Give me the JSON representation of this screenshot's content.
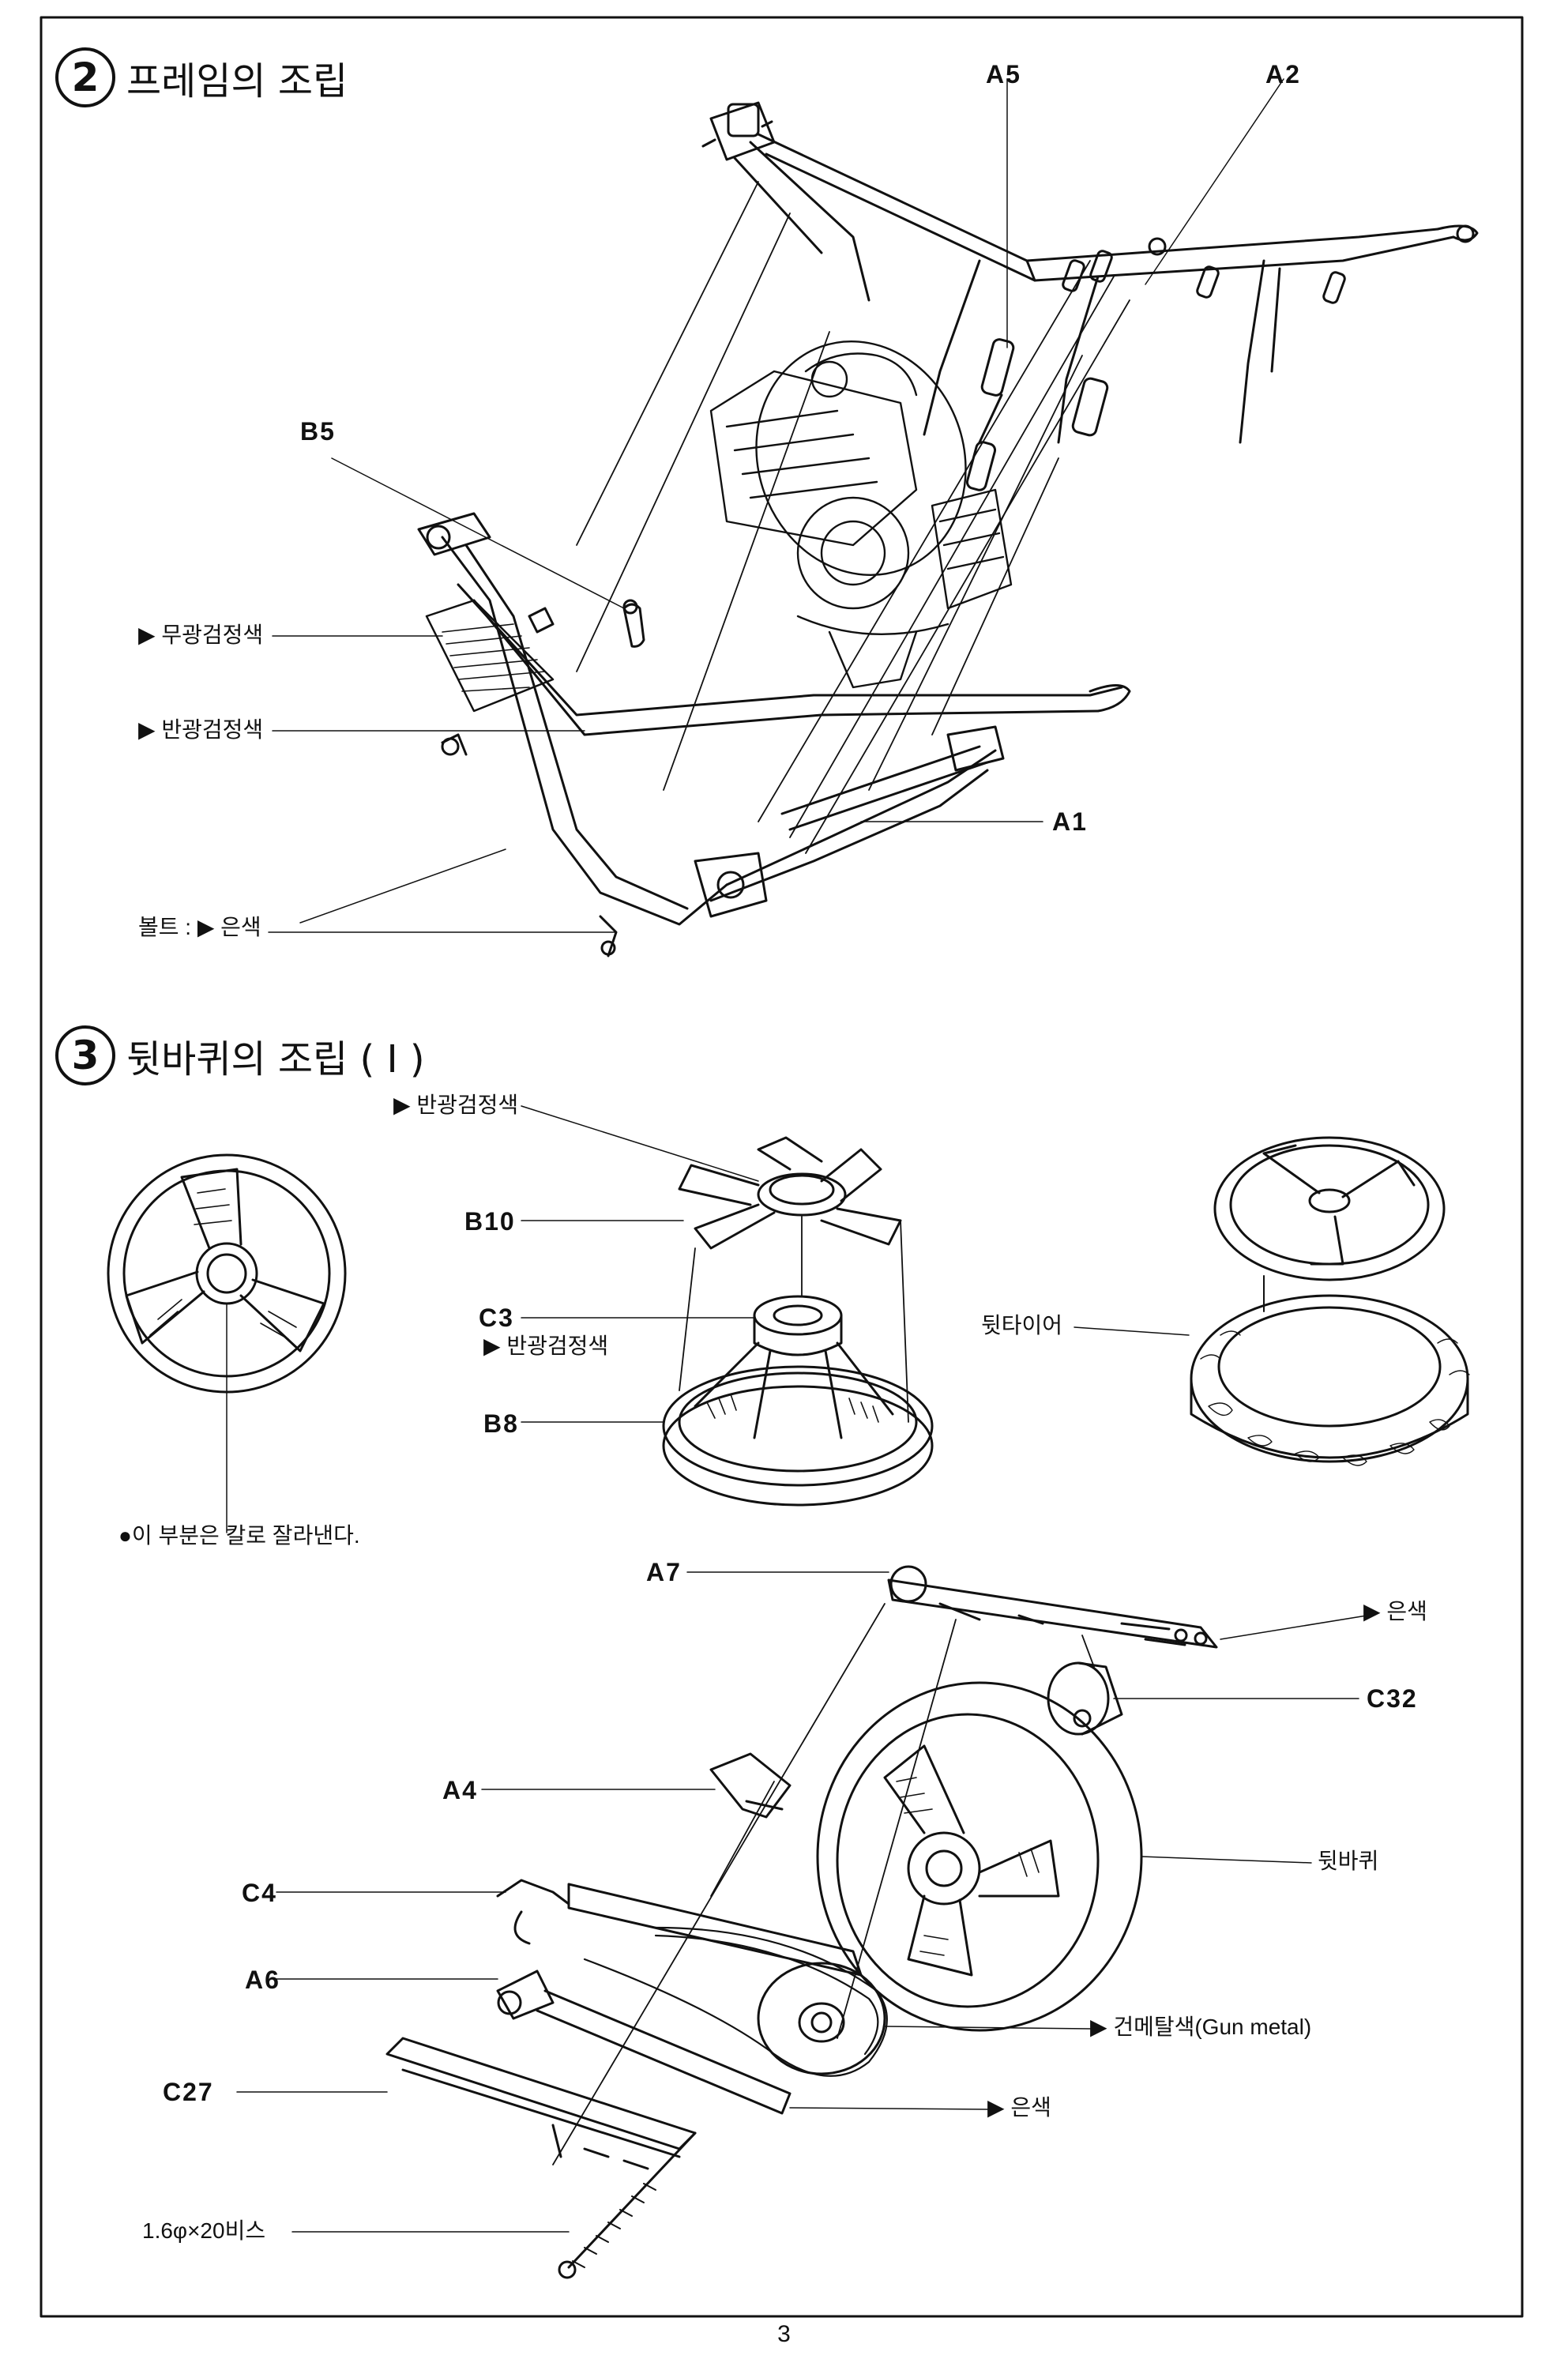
{
  "page_number": "3",
  "sections": [
    {
      "num": "2",
      "title": "프레임의 조립"
    },
    {
      "num": "3",
      "title": "뒷바퀴의 조립 ( Ⅰ )"
    }
  ],
  "frame_labels": {
    "A5": "A5",
    "A2": "A2",
    "B5": "B5",
    "A1": "A1",
    "matte_black": "▶ 무광검정색",
    "semi_gloss_black": "▶ 반광검정색",
    "bolt_silver": "볼트 : ▶ 은색"
  },
  "rear_wheel_labels": {
    "semi_gloss_black_top": "▶ 반광검정색",
    "B10": "B10",
    "C3": "C3",
    "C3_color": "▶ 반광검정색",
    "B8": "B8",
    "cut_note": "●이 부분은 칼로 잘라낸다.",
    "rear_tire": "뒷타이어",
    "A7": "A7",
    "silver_1": "▶ 은색",
    "C32": "C32",
    "A4": "A4",
    "rear_wheel": "뒷바퀴",
    "C4": "C4",
    "A6": "A6",
    "gun_metal": "▶ 건메탈색(Gun metal)",
    "C27": "C27",
    "silver_2": "▶ 은색",
    "screw": "1.6φ×20비스"
  }
}
